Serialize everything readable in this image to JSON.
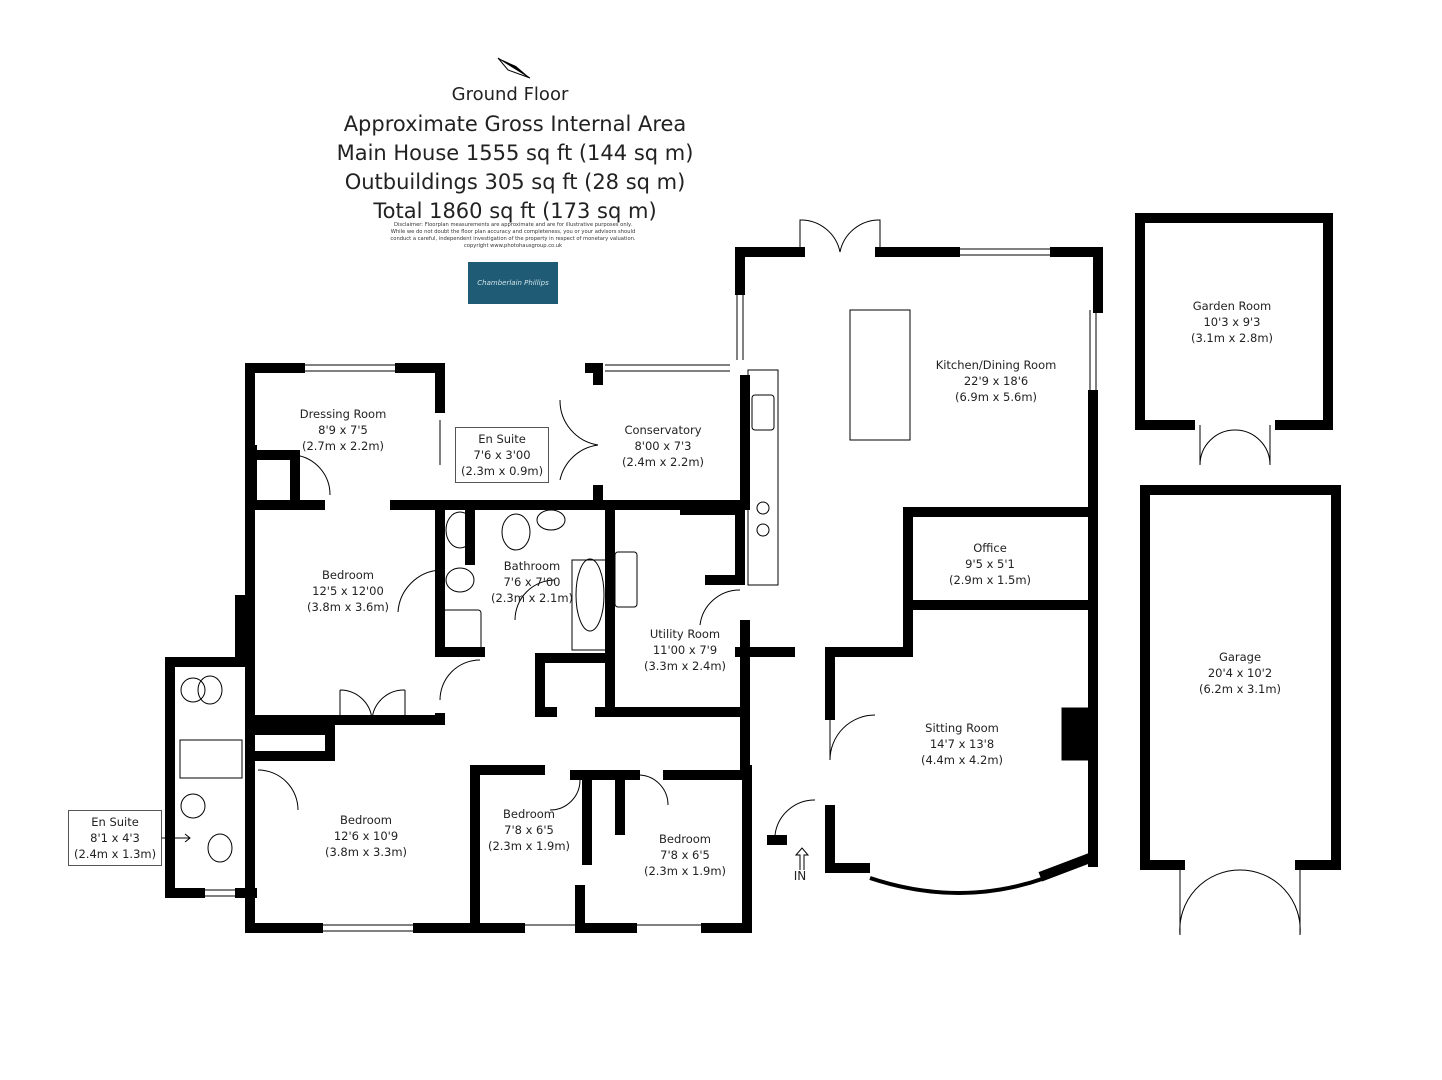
{
  "header": {
    "floor": "Ground Floor",
    "area_title": "Approximate Gross Internal Area",
    "main_house": "Main House 1555 sq ft (144 sq m)",
    "outbuildings": "Outbuildings 305 sq ft (28 sq m)",
    "total": "Total 1860 sq ft (173 sq m)",
    "disclaimer": [
      "Disclaimer: Floorplan measurements are approximate and are for illustrative purposes only.",
      "While we do not doubt the floor plan accuracy and completeness, you or your advisors should",
      "conduct a careful, independent investigation of the property in respect of monetary valuation.",
      "copyright www.photohausgroup.co.uk"
    ],
    "logo_text": "Chamberlain Phillips"
  },
  "rooms": {
    "garden_room": {
      "name": "Garden Room",
      "imperial": "10'3 x 9'3",
      "metric": "(3.1m x 2.8m)"
    },
    "kitchen": {
      "name": "Kitchen/Dining Room",
      "imperial": "22'9 x 18'6",
      "metric": "(6.9m x 5.6m)"
    },
    "conservatory": {
      "name": "Conservatory",
      "imperial": "8'00 x 7'3",
      "metric": "(2.4m x 2.2m)"
    },
    "en_suite_1": {
      "name": "En Suite",
      "imperial": "7'6 x 3'00",
      "metric": "(2.3m x 0.9m)"
    },
    "dressing": {
      "name": "Dressing Room",
      "imperial": "8'9 x 7'5",
      "metric": "(2.7m x 2.2m)"
    },
    "bedroom_1": {
      "name": "Bedroom",
      "imperial": "12'5 x 12'00",
      "metric": "(3.8m x 3.6m)"
    },
    "bathroom": {
      "name": "Bathroom",
      "imperial": "7'6 x 7'00",
      "metric": "(2.3m x 2.1m)"
    },
    "office": {
      "name": "Office",
      "imperial": "9'5 x 5'1",
      "metric": "(2.9m x 1.5m)"
    },
    "utility": {
      "name": "Utility Room",
      "imperial": "11'00 x 7'9",
      "metric": "(3.3m x 2.4m)"
    },
    "garage": {
      "name": "Garage",
      "imperial": "20'4 x 10'2",
      "metric": "(6.2m x 3.1m)"
    },
    "sitting": {
      "name": "Sitting Room",
      "imperial": "14'7 x 13'8",
      "metric": "(4.4m x 4.2m)"
    },
    "bedroom_2": {
      "name": "Bedroom",
      "imperial": "12'6 x 10'9",
      "metric": "(3.8m x 3.3m)"
    },
    "bedroom_3": {
      "name": "Bedroom",
      "imperial": "7'8 x 6'5",
      "metric": "(2.3m x 1.9m)"
    },
    "bedroom_4": {
      "name": "Bedroom",
      "imperial": "7'8 x 6'5",
      "metric": "(2.3m x 1.9m)"
    },
    "en_suite_2": {
      "name": "En Suite",
      "imperial": "8'1 x 4'3",
      "metric": "(2.4m x 1.3m)"
    }
  },
  "entrance": "IN",
  "colors": {
    "wall": "#000000",
    "logo_bg": "#1f5b74"
  }
}
